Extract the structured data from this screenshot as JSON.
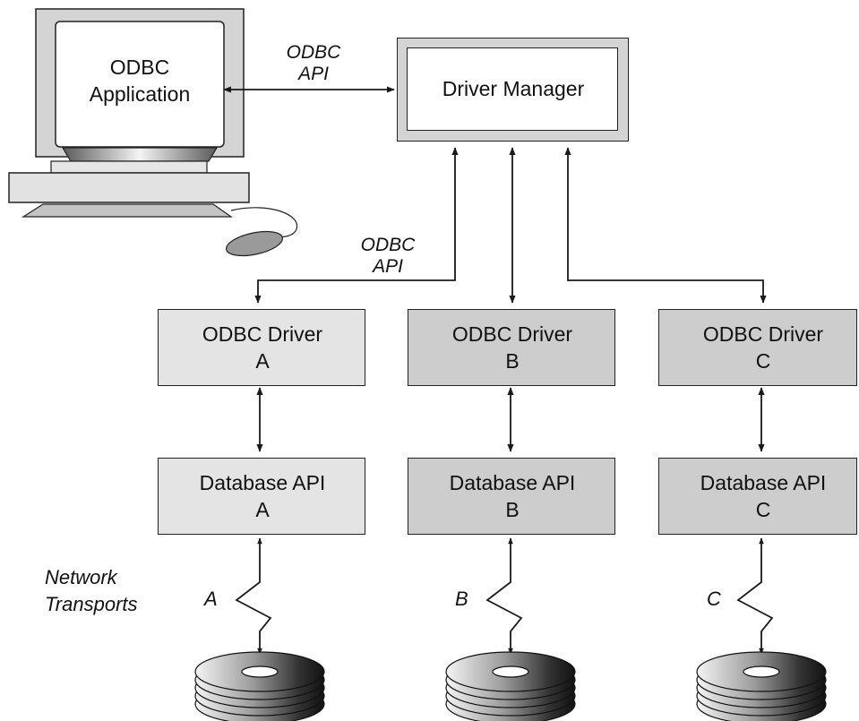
{
  "colors": {
    "box_a": "#e4e4e4",
    "box_bc": "#cdcdcd",
    "line": "#1a1a1a",
    "monitor_frame": "#d4d4d4"
  },
  "computer": {
    "icon": "computer-icon",
    "label_line1": "ODBC",
    "label_line2": "Application"
  },
  "driver_manager": {
    "label": "Driver Manager"
  },
  "api_labels": {
    "top_line1": "ODBC",
    "top_line2": "API",
    "mid_line1": "ODBC",
    "mid_line2": "API"
  },
  "drivers": [
    {
      "line1": "ODBC Driver",
      "line2": "A"
    },
    {
      "line1": "ODBC Driver",
      "line2": "B"
    },
    {
      "line1": "ODBC Driver",
      "line2": "C"
    }
  ],
  "database_apis": [
    {
      "line1": "Database API",
      "line2": "A"
    },
    {
      "line1": "Database API",
      "line2": "B"
    },
    {
      "line1": "Database API",
      "line2": "C"
    }
  ],
  "network": {
    "label_line1": "Network",
    "label_line2": "Transports",
    "transports": [
      "A",
      "B",
      "C"
    ]
  },
  "databases": [
    {
      "icon": "disk-stack-icon"
    },
    {
      "icon": "disk-stack-icon"
    },
    {
      "icon": "disk-stack-icon"
    }
  ]
}
